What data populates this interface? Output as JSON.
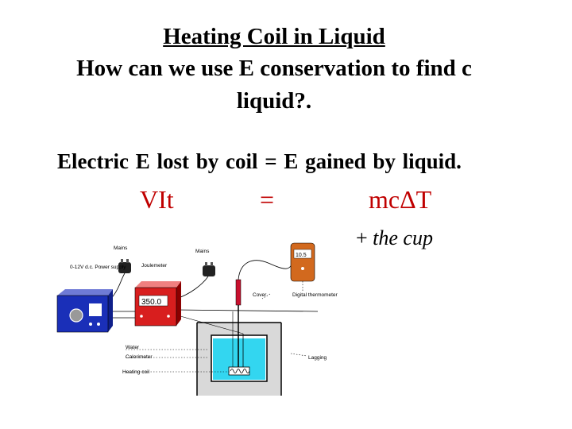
{
  "slide": {
    "title": "Heating Coil in Liquid",
    "subtitle_line1": "How can we use E conservation to find c",
    "subtitle_line2": "liquid?.",
    "equation_words": "Electric E lost by coil = E gained by liquid.",
    "eq_left": "VIt",
    "eq_equals": "=",
    "eq_right": "mcΔT",
    "cup_plus": "+ ",
    "cup_text": "the cup"
  },
  "diagram": {
    "mains_left": "Mains",
    "power_supply": "0-12V d.c. Power supply",
    "joulemeter": "Joulemeter",
    "mains_right": "Mains",
    "counter_reading": "350.0",
    "thermometer_reading": "10.5",
    "cover": "Cover",
    "digital_thermometer": "Digital thermometer",
    "water": "Water",
    "calorimeter": "Calorimeter",
    "heating_coil": "Heating coil",
    "lagging": "Lagging",
    "colors": {
      "power_supply": "#1a2fb8",
      "joulemeter": "#d81e1e",
      "thermometer": "#d2691e",
      "water": "#33d6f0",
      "lagging": "#d9d9d9"
    }
  }
}
